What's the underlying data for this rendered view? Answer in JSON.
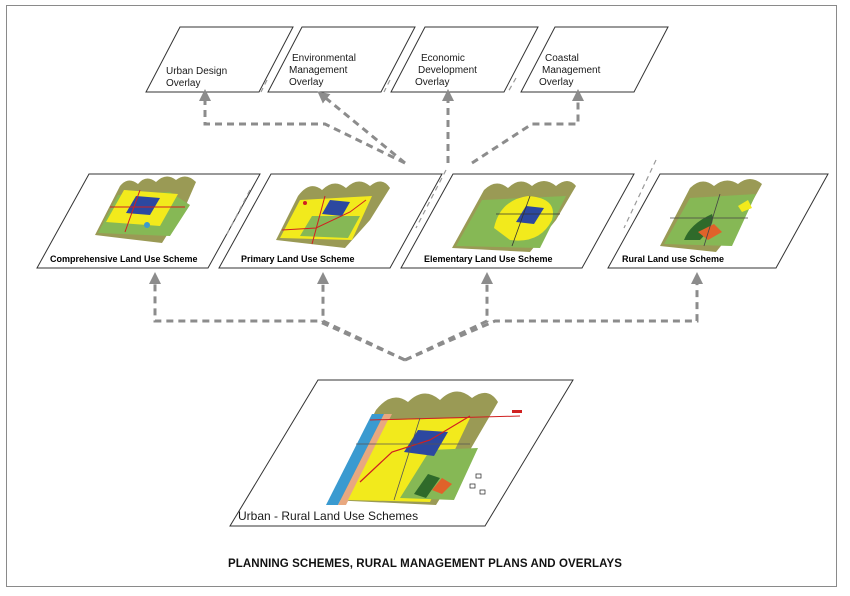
{
  "caption": "PLANNING SCHEMES, RURAL MANAGEMENT PLANS AND OVERLAYS",
  "overlays": [
    {
      "line1": "Urban Design",
      "line2": "Overlay",
      "line3": ""
    },
    {
      "line1": "Environmental",
      "line2": "Management",
      "line3": "Overlay"
    },
    {
      "line1": "Economic",
      "line2": "Development",
      "line3": "Overlay"
    },
    {
      "line1": "Coastal",
      "line2": "Management",
      "line3": "Overlay"
    }
  ],
  "schemes": [
    {
      "label": "Comprehensive Land Use Scheme"
    },
    {
      "label": "Primary Land Use Scheme"
    },
    {
      "label": "Elementary Land Use Scheme"
    },
    {
      "label": "Rural Land use Scheme"
    }
  ],
  "base": {
    "label": "Urban - Rural Land Use Schemes"
  },
  "colors": {
    "arrow": "#8c8c8c",
    "hills": "#9a9a55",
    "yellow_zone": "#f2ea1c",
    "green_zone": "#86b855",
    "blue_core": "#2c48a0",
    "red_boundary": "#d02020",
    "water": "#3a9ad0"
  }
}
